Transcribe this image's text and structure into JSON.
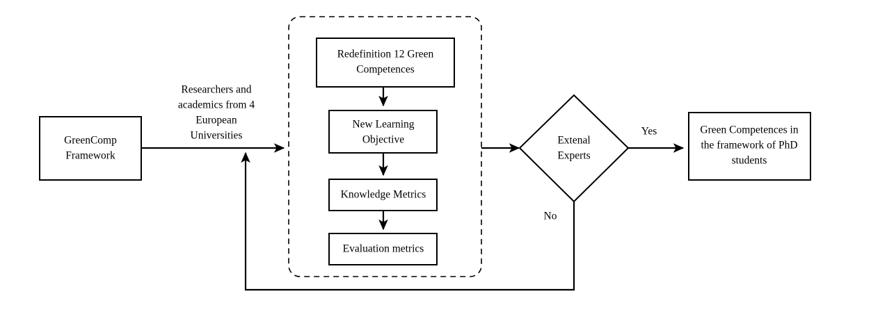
{
  "diagram": {
    "title": "GreenComp Framework Process Flow",
    "background_color": "#ffffff",
    "line_color": "#000000",
    "text_color": "#000000"
  },
  "nodes": {
    "source": {
      "id": "greencomp-framework",
      "shape": "rectangle",
      "lines": [
        "GreenComp",
        "Framework"
      ]
    },
    "redefinition": {
      "id": "redefinition-competences",
      "shape": "rectangle",
      "lines": [
        "Redefinition 12 Green",
        "Competences"
      ]
    },
    "learning_objective": {
      "id": "new-learning-objective",
      "shape": "rectangle",
      "lines": [
        "New Learning",
        "Objective"
      ]
    },
    "knowledge_metrics": {
      "id": "knowledge-metrics",
      "shape": "rectangle",
      "lines": [
        "Knowledge Metrics"
      ]
    },
    "evaluation_metrics": {
      "id": "evaluation-metrics",
      "shape": "rectangle",
      "lines": [
        "Evaluation metrics"
      ]
    },
    "decision": {
      "id": "extenal-experts",
      "shape": "diamond",
      "lines": [
        "Extenal",
        "Experts"
      ]
    },
    "outcome": {
      "id": "green-competences-phd",
      "shape": "rectangle",
      "lines": [
        "Green Competences in",
        "the framework of PhD",
        "students"
      ]
    }
  },
  "group": {
    "id": "working-group-container",
    "shape": "dashed-rounded-rectangle",
    "label": ""
  },
  "edges": {
    "source_to_group": {
      "label_lines": [
        "Researchers and",
        "academics from 4",
        "European",
        "Universities"
      ]
    },
    "decision_yes": {
      "label": "Yes"
    },
    "decision_no": {
      "label": "No"
    }
  }
}
